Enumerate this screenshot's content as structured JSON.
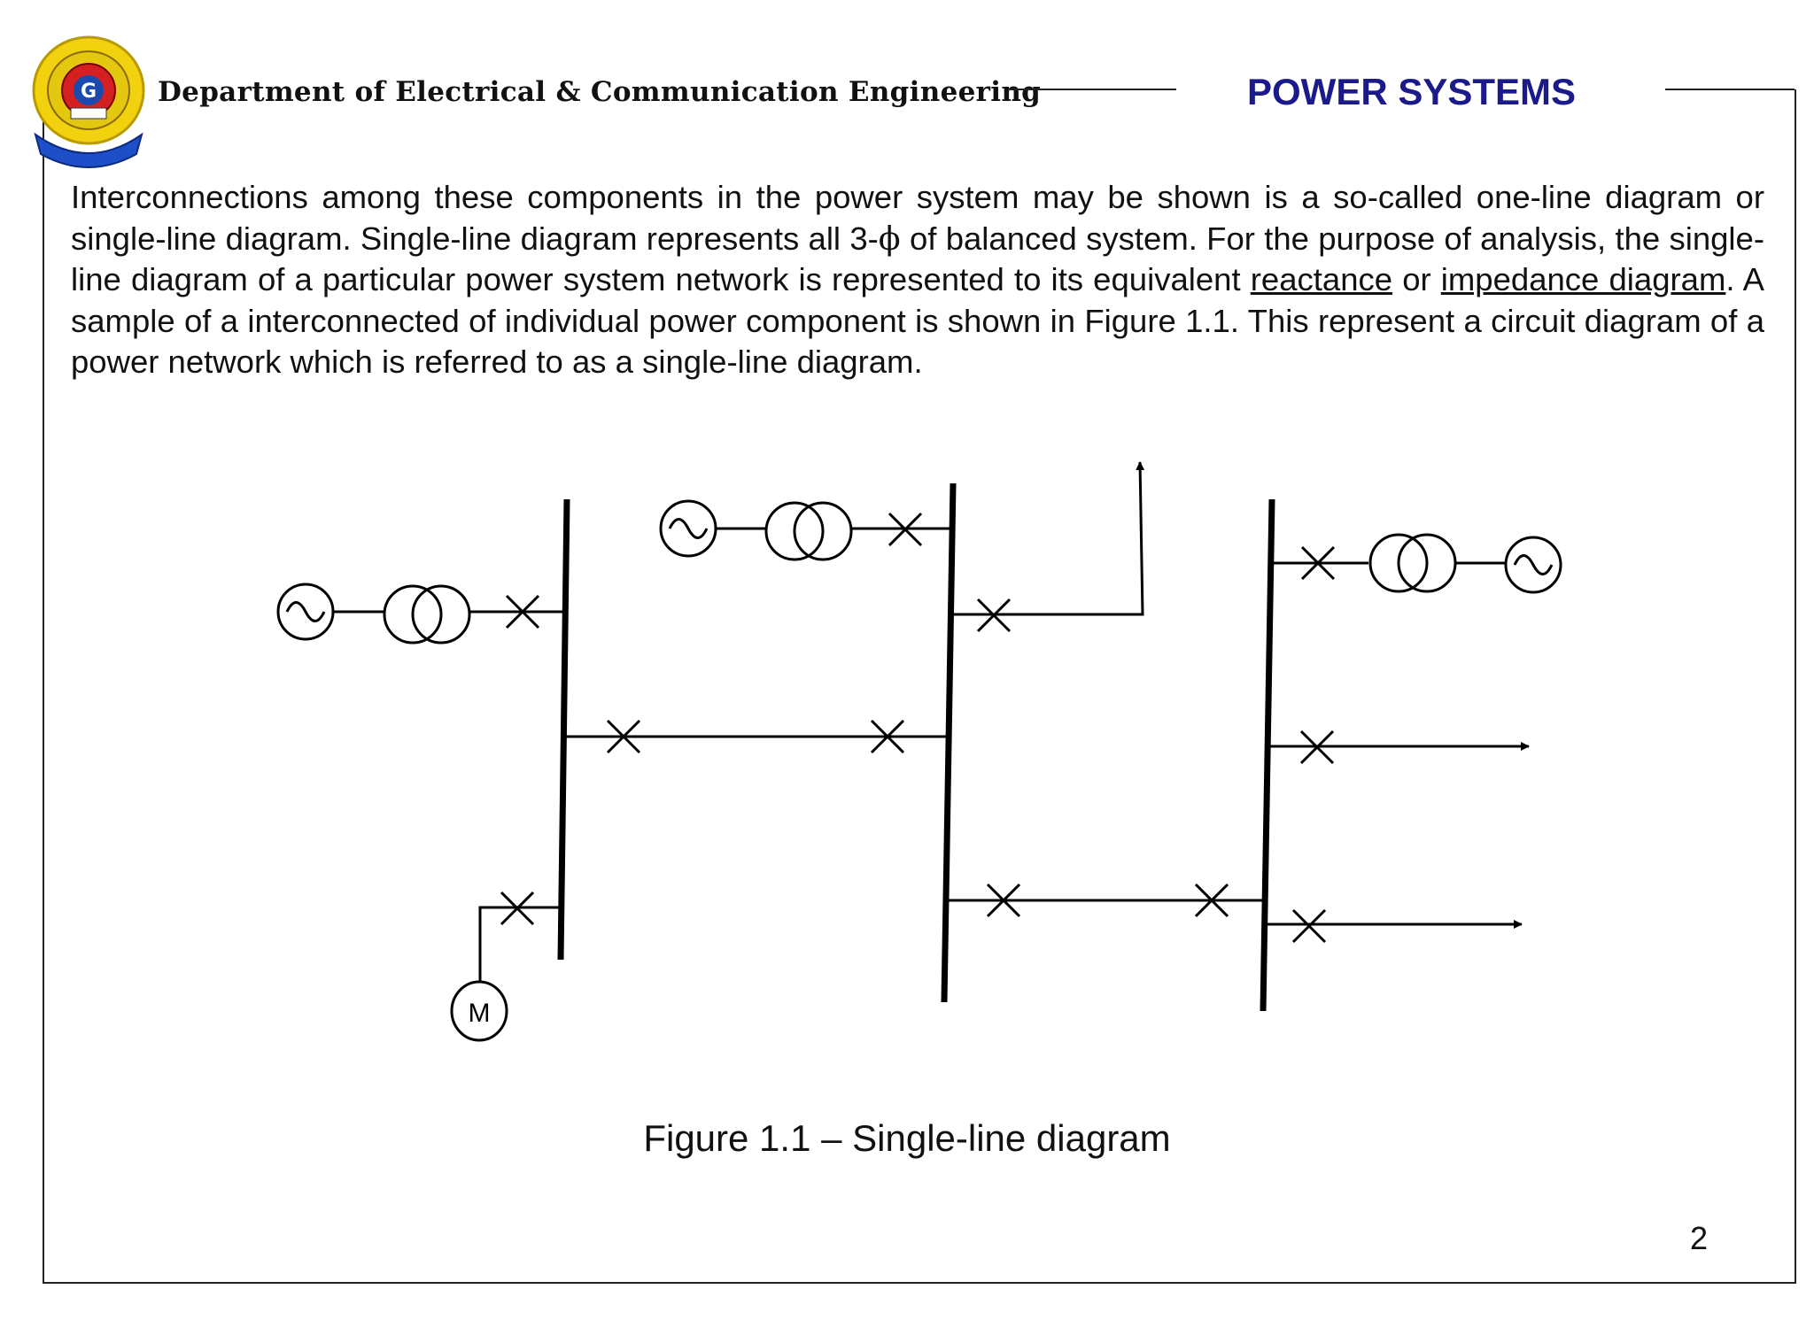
{
  "header": {
    "department": "Department of Electrical & Communication Engineering",
    "course_title": "POWER SYSTEMS",
    "title_color": "#1a1a8a"
  },
  "logo": {
    "icon": "institution-crest-icon"
  },
  "body": {
    "p1": "Interconnections among these components in the power system may be shown is a so-called one-line diagram or single-line diagram.  Single-line diagram represents all 3-",
    "phi": "ϕ",
    "p2": " of balanced system.  For the purpose of analysis, the single-line diagram of a particular power system network is represented to its equivalent ",
    "reactance": "reactance",
    "p3": " or ",
    "impedance_diagram": "impedance diagram",
    "p4": ".   A sample of a interconnected of individual power component is shown in Figure 1.1.  This represent a circuit diagram of a power network which is referred to as a single-line diagram."
  },
  "figure": {
    "motor_label": "M",
    "caption": "Figure 1.1 – Single-line diagram"
  },
  "page_number": "2"
}
